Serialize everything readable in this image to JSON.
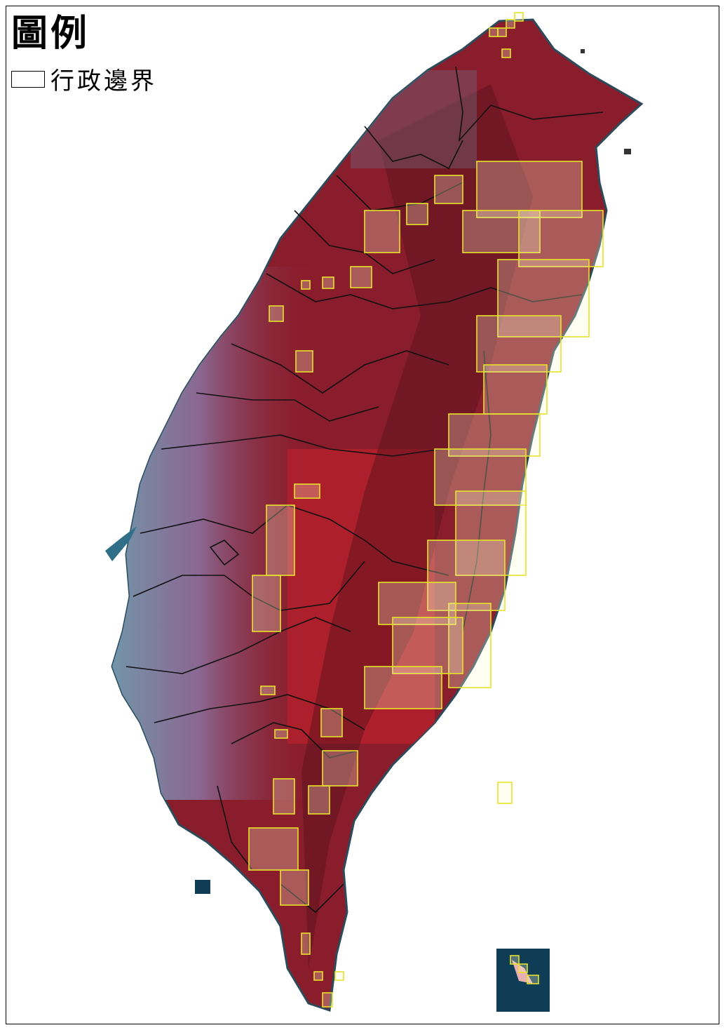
{
  "legend": {
    "title": "圖例",
    "items": [
      {
        "label": "行政邊界",
        "symbol": "hollow-rectangle",
        "stroke": "#000000"
      }
    ]
  },
  "colors": {
    "land_main": "#8a1d2b",
    "land_dark": "#55121c",
    "land_bright": "#c8202c",
    "land_west": "#7a6f9a",
    "coast_cyan": "#7fb4c4",
    "sea_inset": "#0f3d55",
    "grid_stroke": "#e8e22a",
    "grid_fill": "#fffbd0",
    "boundary": "#111111"
  },
  "layers": [
    {
      "name": "行政邊界",
      "type": "admin-boundary"
    },
    {
      "name": "grid-highlights",
      "type": "yellow-grid-cells"
    },
    {
      "name": "false-color-satellite",
      "type": "raster"
    }
  ]
}
